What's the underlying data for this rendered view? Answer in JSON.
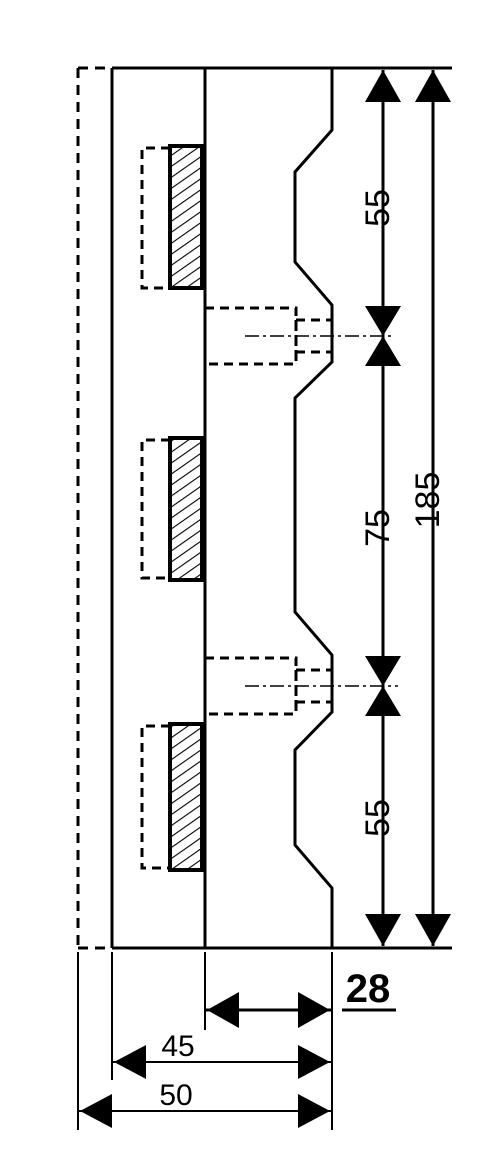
{
  "drawing": {
    "stroke_color": "#000000",
    "background": "#ffffff",
    "dimensions": {
      "spacing_top": "55",
      "spacing_middle": "75",
      "spacing_bottom": "55",
      "overall_height": "185",
      "depth_28": "28",
      "depth_45": "45",
      "depth_50": "50"
    }
  }
}
